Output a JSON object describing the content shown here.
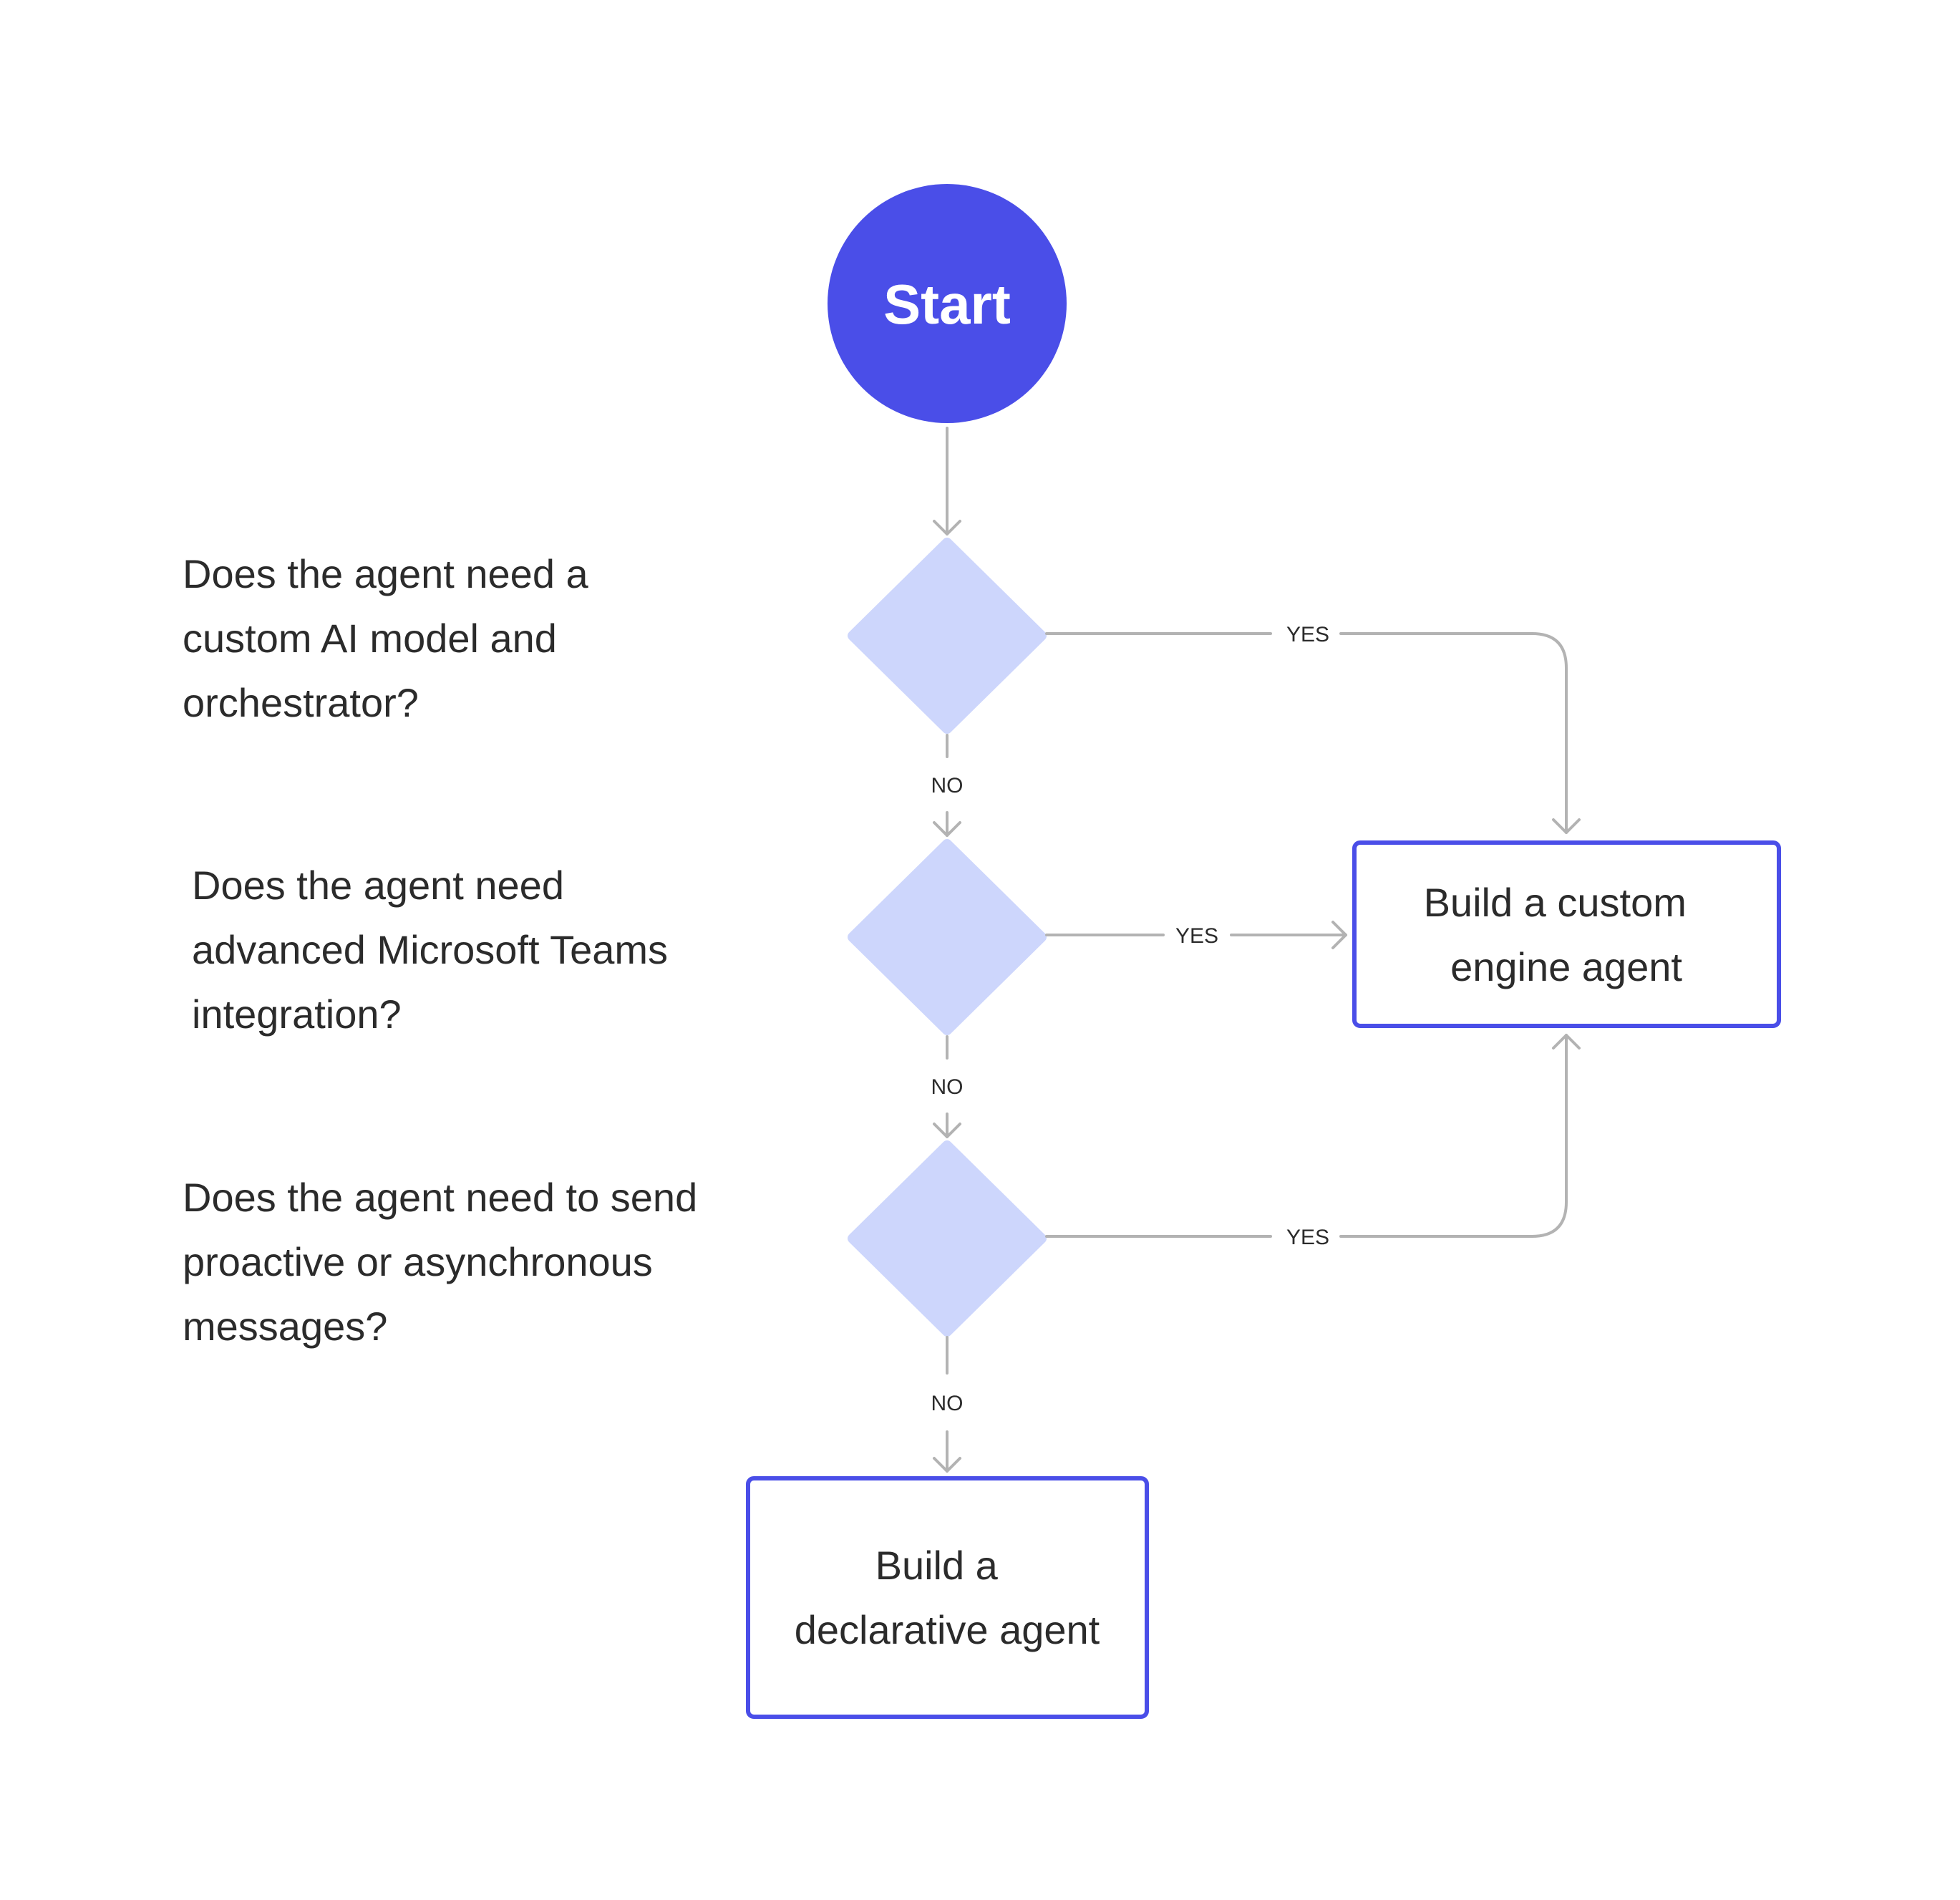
{
  "start": {
    "label": "Start"
  },
  "questions": [
    {
      "lines": [
        "Does the agent need a",
        "custom AI model  and",
        "orchestrator?"
      ]
    },
    {
      "lines": [
        "Does the agent need",
        "advanced Microsoft Teams",
        "integration?"
      ]
    },
    {
      "lines": [
        "Does the agent need to send",
        "proactive or asynchronous",
        "messages?"
      ]
    }
  ],
  "edge_labels": {
    "yes": "YES",
    "no": "NO"
  },
  "outcomes": {
    "custom_engine": {
      "lines": [
        "Build a custom",
        "engine agent"
      ]
    },
    "declarative": {
      "lines": [
        "Build a",
        "declarative agent"
      ]
    }
  },
  "colors": {
    "start_fill": "#4a4ee8",
    "decision_fill": "#cdd6fc",
    "box_border": "#4a4ee8",
    "connector": "#b3b3b3",
    "text": "#2b2b2b"
  }
}
